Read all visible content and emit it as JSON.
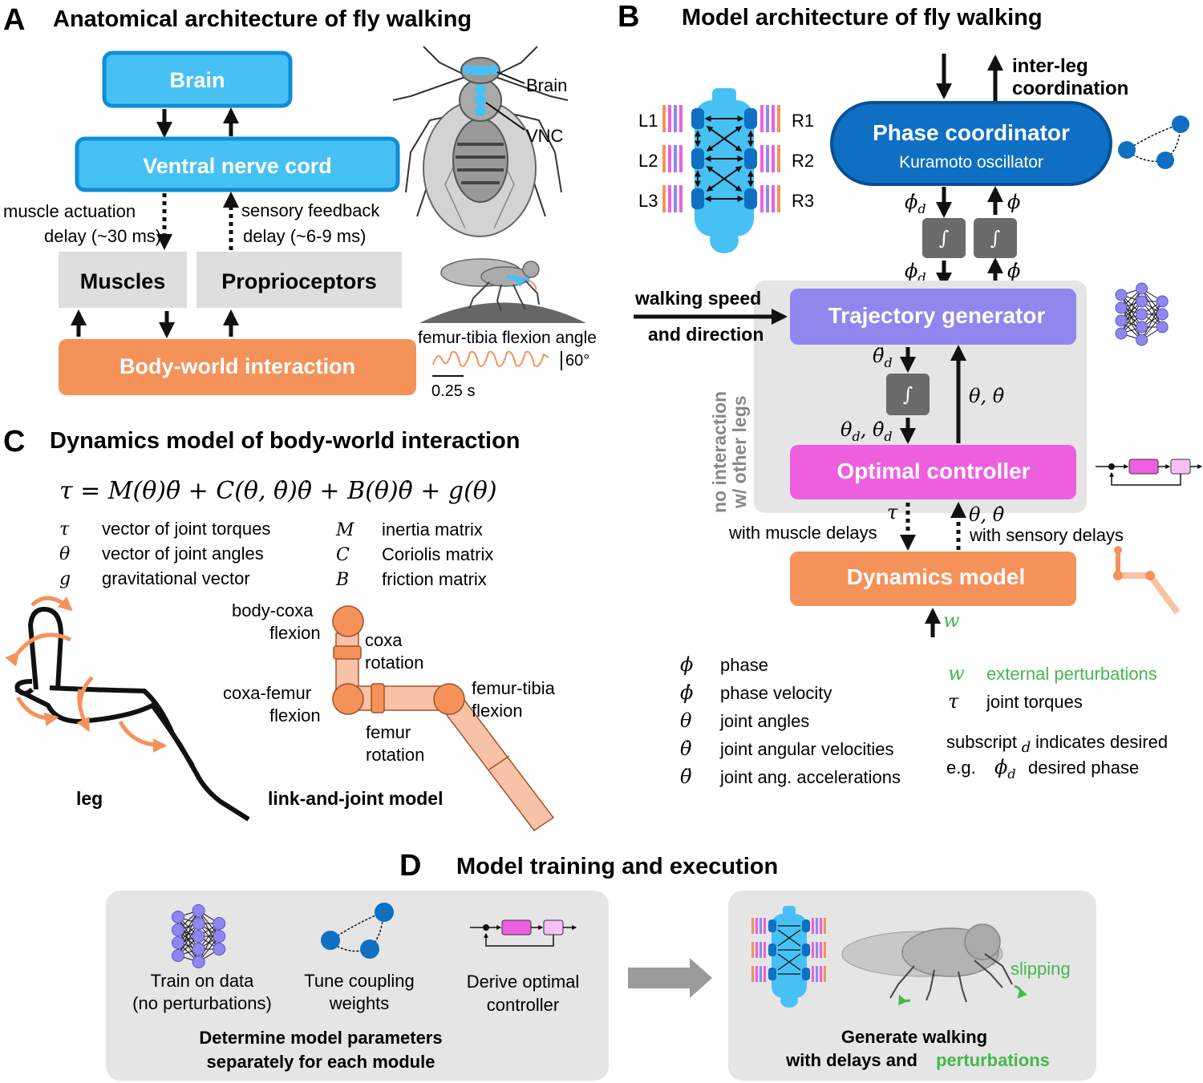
{
  "colors": {
    "blue_light": "#47c1f4",
    "blue_dark": "#0f6fc2",
    "purple": "#8f87ee",
    "magenta": "#ee5fe0",
    "orange": "#f5925a",
    "orange_light": "#f7c2a6",
    "green": "#44b84c",
    "gray_box": "#dedede",
    "gray_panel": "#e5e5e5",
    "integrator": "#6b6b6b"
  },
  "panelA": {
    "letter": "A",
    "title": "Anatomical architecture of fly walking",
    "brain": "Brain",
    "vnc": "Ventral nerve cord",
    "muscle_delay": [
      "muscle actuation",
      "delay (~30 ms)"
    ],
    "sensory_delay": [
      "sensory feedback",
      "delay (~6-9 ms)"
    ],
    "muscles": "Muscles",
    "proprioceptors": "Proprioceptors",
    "body_world": "Body-world interaction",
    "fly_brain": "Brain",
    "fly_vnc": "VNC",
    "angle_title": "femur-tibia flexion angle",
    "angle_scale": "60°",
    "time_scale": "0.25 s"
  },
  "panelB": {
    "letter": "B",
    "title": "Model architecture of fly walking",
    "legs_left": [
      "L1",
      "L2",
      "L3"
    ],
    "legs_right": [
      "R1",
      "R2",
      "R3"
    ],
    "interleg": [
      "inter-leg",
      "coordination"
    ],
    "phase_coord": "Phase coordinator",
    "kuramoto": "Kuramoto oscillator",
    "integral": "∫",
    "walking_speed": [
      "walking speed",
      "and direction"
    ],
    "traj_gen": "Trajectory generator",
    "opt_ctrl": "Optimal controller",
    "no_interaction": [
      "no interaction",
      "w/ other legs"
    ],
    "muscle_delays": "with muscle delays",
    "sensory_delays": "with sensory delays",
    "dynamics": "Dynamics model",
    "legend_left": [
      {
        "sym": "ϕ",
        "text": "phase"
      },
      {
        "sym": "ϕ̇",
        "text": "phase velocity"
      },
      {
        "sym": "θ",
        "text": "joint angles"
      },
      {
        "sym": "θ̇",
        "text": "joint angular velocities"
      },
      {
        "sym": "θ̈",
        "text": "joint ang. accelerations"
      }
    ],
    "legend_right": [
      {
        "sym": "w",
        "text": "external perturbations"
      },
      {
        "sym": "τ",
        "text": "joint torques"
      }
    ],
    "subscript_note": [
      "subscript",
      "indicates desired"
    ],
    "eg": "e.g.",
    "desired_phase": "desired phase"
  },
  "panelC": {
    "letter": "C",
    "title": "Dynamics model of body-world interaction",
    "equation": "τ = M(θ)θ̈ + C(θ, θ̇)θ̇ + B(θ)θ̇ + g(θ)",
    "terms_left": [
      {
        "sym": "τ",
        "text": "vector of joint torques"
      },
      {
        "sym": "θ",
        "text": "vector of joint angles"
      },
      {
        "sym": "g",
        "text": "gravitational vector"
      }
    ],
    "terms_right": [
      {
        "sym": "M",
        "text": "inertia matrix"
      },
      {
        "sym": "C",
        "text": "Coriolis matrix"
      },
      {
        "sym": "B",
        "text": "friction matrix"
      }
    ],
    "body_coxa": [
      "body-coxa",
      "flexion"
    ],
    "coxa_rot": [
      "coxa",
      "rotation"
    ],
    "coxa_femur": [
      "coxa-femur",
      "flexion"
    ],
    "femur_rot": [
      "femur",
      "rotation"
    ],
    "femur_tibia": [
      "femur-tibia",
      "flexion"
    ],
    "leg": "leg",
    "link_joint": "link-and-joint model"
  },
  "panelD": {
    "letter": "D",
    "title": "Model training and execution",
    "train": [
      "Train on data",
      "(no perturbations)"
    ],
    "tune": [
      "Tune coupling",
      "weights"
    ],
    "derive": [
      "Derive optimal",
      "controller"
    ],
    "determine": [
      "Determine model parameters",
      "separately for each module"
    ],
    "slipping": "slipping",
    "generate": "Generate walking",
    "with_delays": "with delays and",
    "perturbations": "perturbations"
  }
}
